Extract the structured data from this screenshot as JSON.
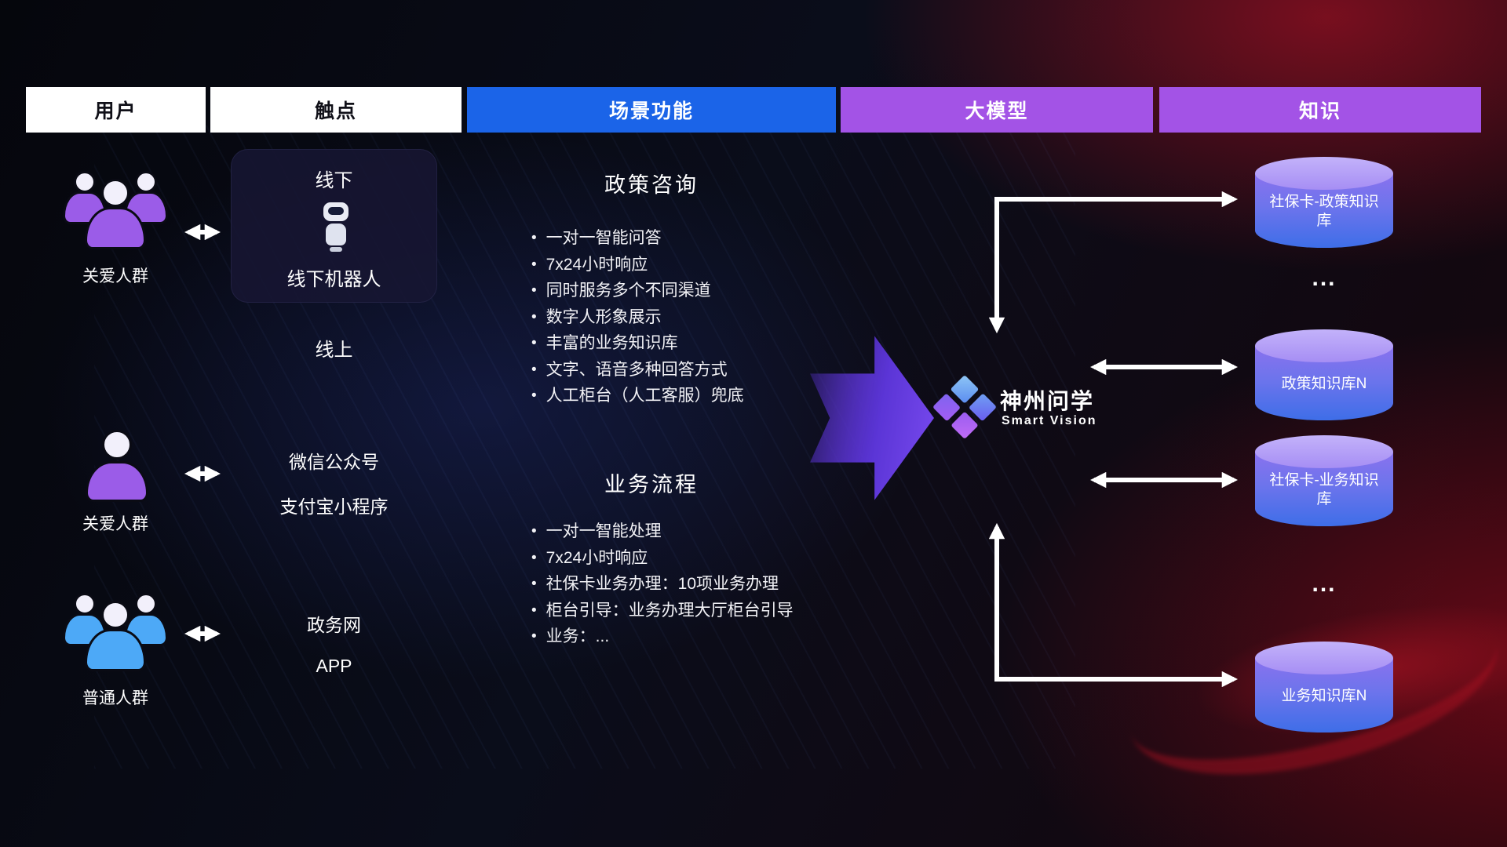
{
  "header": {
    "columns": [
      {
        "label": "用户",
        "variant": "white"
      },
      {
        "label": "触点",
        "variant": "white"
      },
      {
        "label": "场景功能",
        "variant": "blue"
      },
      {
        "label": "大模型",
        "variant": "purple"
      },
      {
        "label": "知识",
        "variant": "purple"
      }
    ]
  },
  "users": [
    {
      "label": "关爱人群",
      "icon": "group-people-purple"
    },
    {
      "label": "关爱人群",
      "icon": "single-person-purple"
    },
    {
      "label": "普通人群",
      "icon": "group-people-blue"
    }
  ],
  "touchpoints": {
    "offline": {
      "title": "线下",
      "robot_label": "线下机器人",
      "robot_icon": "robot-icon"
    },
    "online": {
      "title": "线上",
      "items": [
        "微信公众号",
        "支付宝小程序",
        "政务网",
        "APP"
      ]
    }
  },
  "scenes": [
    {
      "title": "政策咨询",
      "items": [
        "一对一智能问答",
        "7x24小时响应",
        "同时服务多个不同渠道",
        "数字人形象展示",
        "丰富的业务知识库",
        "文字、语音多种回答方式",
        "人工柜台（人工客服）兜底"
      ]
    },
    {
      "title": "业务流程",
      "items": [
        "一对一智能处理",
        "7x24小时响应",
        "社保卡业务办理：10项业务办理",
        "柜台引导：业务办理大厅柜台引导",
        "业务：..."
      ]
    }
  ],
  "model": {
    "name": "神州问学",
    "subtitle": "Smart Vision",
    "logo_icon": "diamond-logo"
  },
  "knowledge": {
    "items": [
      {
        "type": "database",
        "label": "社保卡-政策知识库"
      },
      {
        "type": "ellipsis",
        "label": "..."
      },
      {
        "type": "database",
        "label": "政策知识库N"
      },
      {
        "type": "database",
        "label": "社保卡-业务知识库"
      },
      {
        "type": "ellipsis",
        "label": "..."
      },
      {
        "type": "database",
        "label": "业务知识库N"
      }
    ]
  },
  "colors": {
    "header_blue": "#1b64e8",
    "header_purple": "#a353e6",
    "person_purple": "#9b5ce8",
    "person_blue": "#4da9f7",
    "flow_arrow_purple": "#6a3de8",
    "db_top": "#b3a0f6",
    "db_body_top": "#8a72ee",
    "db_body_bottom": "#3e6ee8",
    "connector_white": "#ffffff"
  }
}
